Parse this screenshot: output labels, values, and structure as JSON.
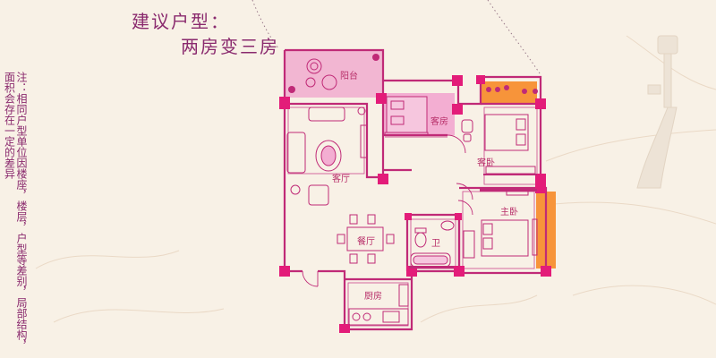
{
  "title": {
    "line1": "建议户型：",
    "line2": "两房变三房"
  },
  "note": "注：相同户型单位因楼座，楼层，户型等差别，局部结构，面积会存在一定的差异",
  "rooms": {
    "balcony": "阳台",
    "guest_room": "客房",
    "guest_bedroom": "客卧",
    "living_room": "客厅",
    "master_bedroom": "主卧",
    "dining_room": "餐厅",
    "bathroom": "卫",
    "kitchen": "厨房"
  },
  "colors": {
    "wall": "#e31c79",
    "outline": "#c02a77",
    "balcony_fill": "#f2b6d2",
    "guest_room_fill": "#f3aed2",
    "highlight_orange": "#f7943a",
    "title": "#8a2a6e",
    "background": "#f8f1e6"
  }
}
